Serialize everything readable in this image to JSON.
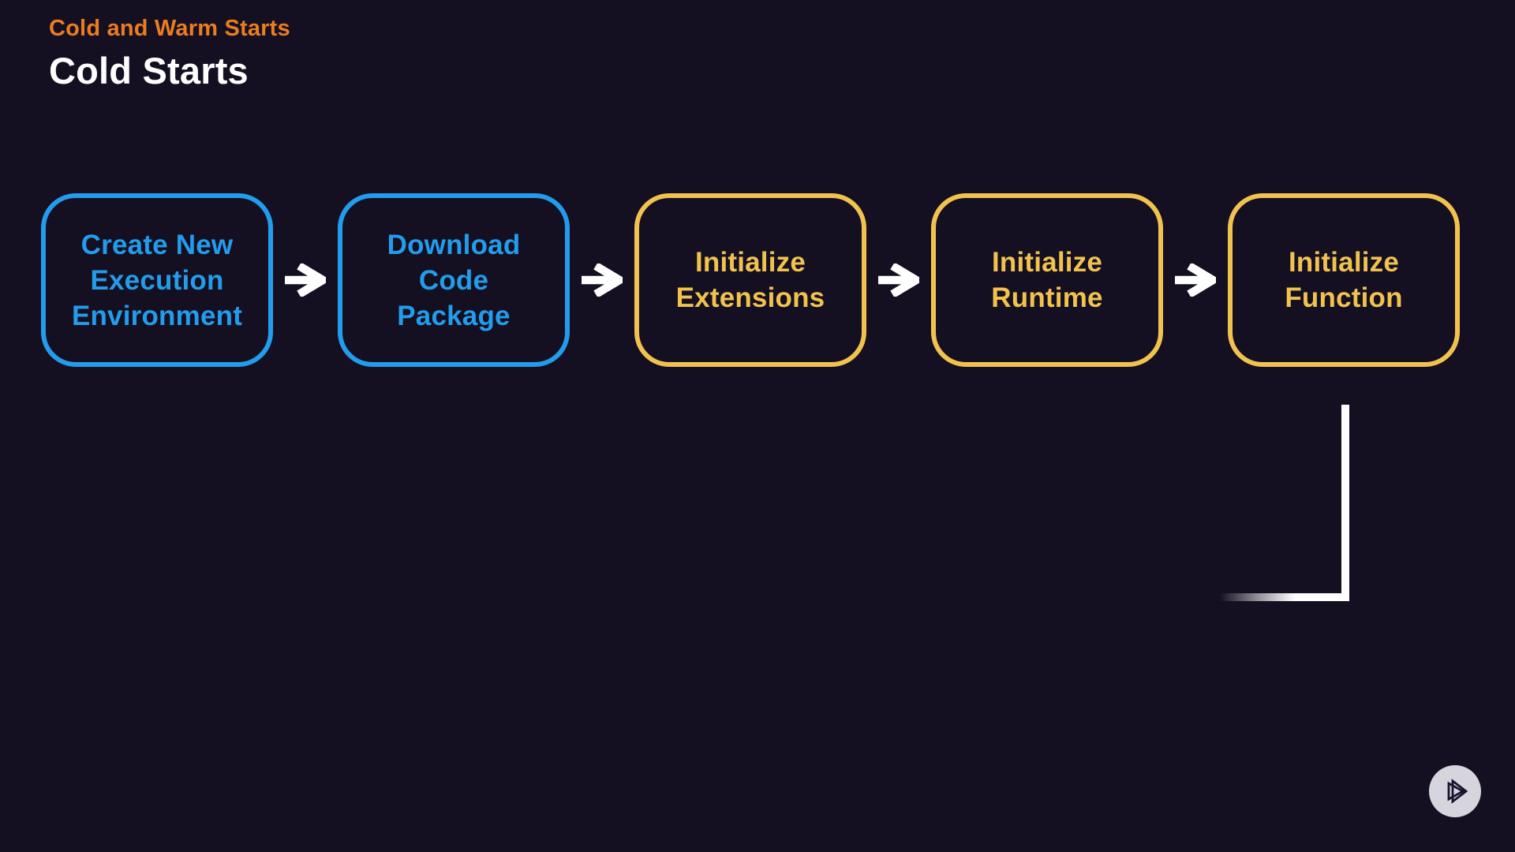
{
  "theme": {
    "background": "#141021",
    "blue": "#239CEC",
    "yellow": "#F2C24F",
    "orange": "#EC7C20",
    "arrow": "#FFFFFF",
    "connector": "#FFFFFF",
    "logo_circle": "#D6D4DC",
    "logo_glyph": "#181330"
  },
  "header": {
    "kicker": "Cold and Warm Starts",
    "title": "Cold Starts"
  },
  "flow": {
    "steps": [
      {
        "label": "Create New\nExecution\nEnvironment",
        "accent": "blue"
      },
      {
        "label": "Download\nCode\nPackage",
        "accent": "blue"
      },
      {
        "label": "Initialize\nExtensions",
        "accent": "yellow"
      },
      {
        "label": "Initialize\nRuntime",
        "accent": "yellow"
      },
      {
        "label": "Initialize\nFunction",
        "accent": "yellow"
      }
    ],
    "arrow_icon": "right-arrow-icon"
  },
  "footer": {
    "logo_icon": "pluralsight-logo"
  }
}
